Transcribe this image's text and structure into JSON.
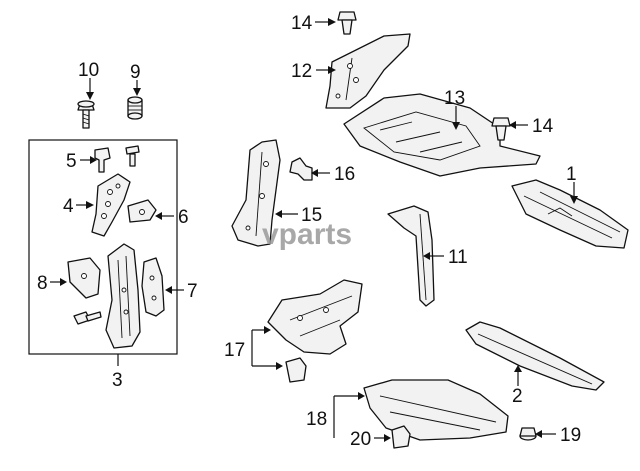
{
  "callouts": {
    "c1": "1",
    "c2": "2",
    "c3": "3",
    "c4": "4",
    "c5": "5",
    "c6": "6",
    "c7": "7",
    "c8": "8",
    "c9": "9",
    "c10": "10",
    "c11": "11",
    "c12": "12",
    "c13": "13",
    "c14a": "14",
    "c14b": "14",
    "c15": "15",
    "c16": "16",
    "c17": "17",
    "c18": "18",
    "c19": "19",
    "c20": "20"
  },
  "watermark": {
    "text": "vparts",
    "color": "#9a9a9a"
  },
  "colors": {
    "line": "#111111",
    "fill": "#f2f2f2",
    "background": "#ffffff"
  }
}
